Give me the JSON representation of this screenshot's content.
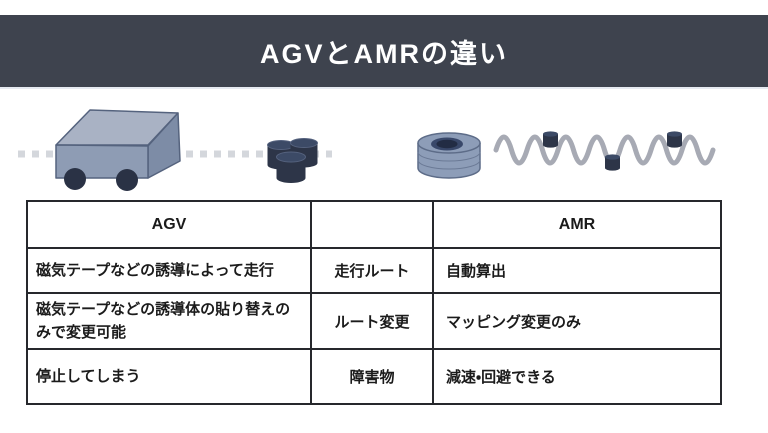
{
  "header": {
    "title": "AGVとAMRの違い"
  },
  "illustration": {
    "left_scene": "agv-following-dotted-guide-tape-toward-barrels",
    "right_scene": "amr-disc-robot-with-wavy-free-route-around-obstacles"
  },
  "colors": {
    "banner_bg": "#3e434e",
    "banner_text": "#ffffff",
    "vehicle_top": "#a9b2c4",
    "vehicle_front": "#8e9cb4",
    "vehicle_side": "#7d8ca6",
    "vehicle_outline": "#55637e",
    "dark_navy": "#2d3548",
    "dotted_guide": "#d4d7dc",
    "wave_route": "#a7aab4",
    "table_border": "#26282c",
    "text": "#1b1b1b"
  },
  "table": {
    "columns": [
      "AGV",
      "",
      "AMR"
    ],
    "rows": [
      {
        "agv": "磁気テープなどの誘導によって走行",
        "label": "走行ルート",
        "amr": "自動算出"
      },
      {
        "agv": "磁気テープなどの誘導体の貼り替えのみで変更可能",
        "label": "ルート変更",
        "amr": "マッピング変更のみ"
      },
      {
        "agv": "停止してしまう",
        "label": "障害物",
        "amr": "減速・回避できる"
      }
    ]
  }
}
